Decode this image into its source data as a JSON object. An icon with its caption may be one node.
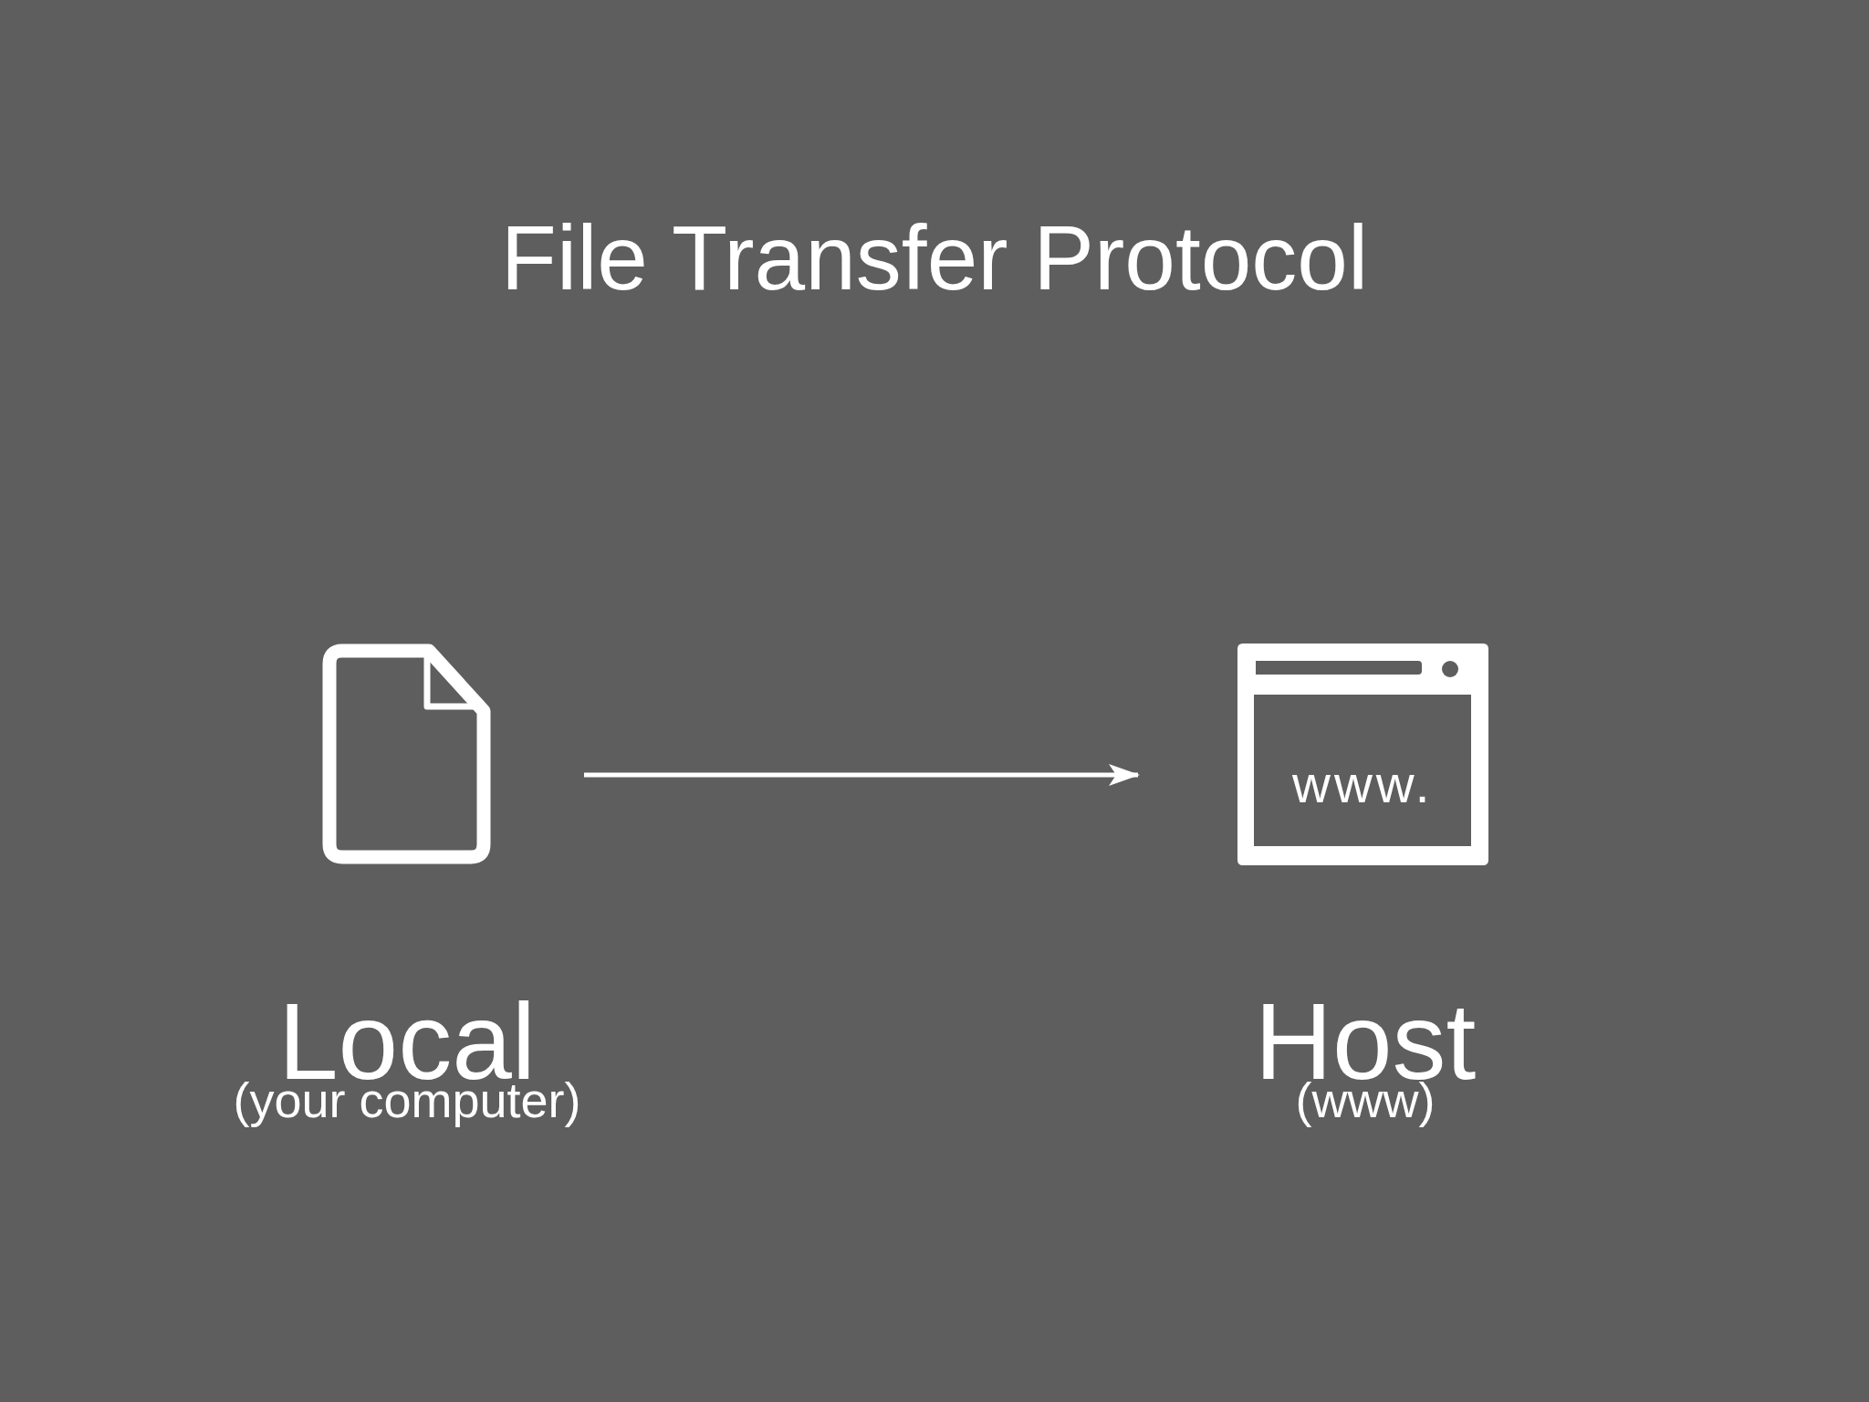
{
  "diagram": {
    "title": "File Transfer Protocol",
    "nodes": [
      {
        "text": [],
        "shape": "document",
        "beside": [
          "Local",
          "(your computer)"
        ]
      },
      {
        "text": [
          "www."
        ],
        "beside": [
          "Host",
          "(www)"
        ]
      }
    ],
    "edges": [
      {
        "from": 0,
        "to": 1,
        "arrow": "to"
      }
    ]
  }
}
